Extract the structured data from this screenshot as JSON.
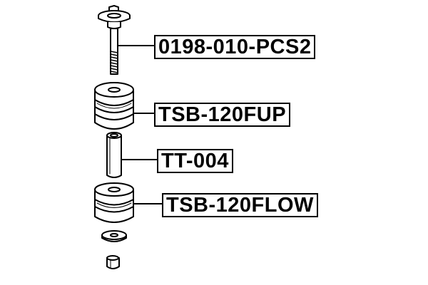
{
  "parts": [
    {
      "part_number": "0198-010-PCS2"
    },
    {
      "part_number": "TSB-120FUP"
    },
    {
      "part_number": "TT-004"
    },
    {
      "part_number": "TSB-120FLOW"
    }
  ],
  "colors": {
    "line": "#000000",
    "background": "#ffffff"
  }
}
